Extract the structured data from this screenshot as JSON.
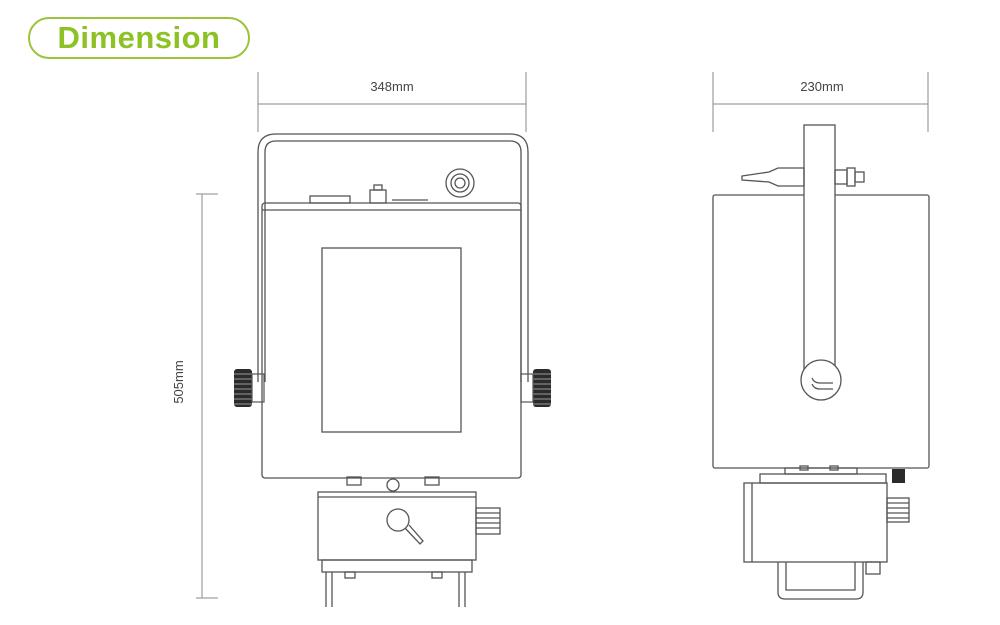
{
  "heading": {
    "title": "Dimension"
  },
  "dimensions": {
    "front_width": "348mm",
    "side_depth": "230mm",
    "height": "505mm"
  },
  "colors": {
    "accent": "#8cc224",
    "line": "#555555",
    "dim_line": "#888888"
  }
}
